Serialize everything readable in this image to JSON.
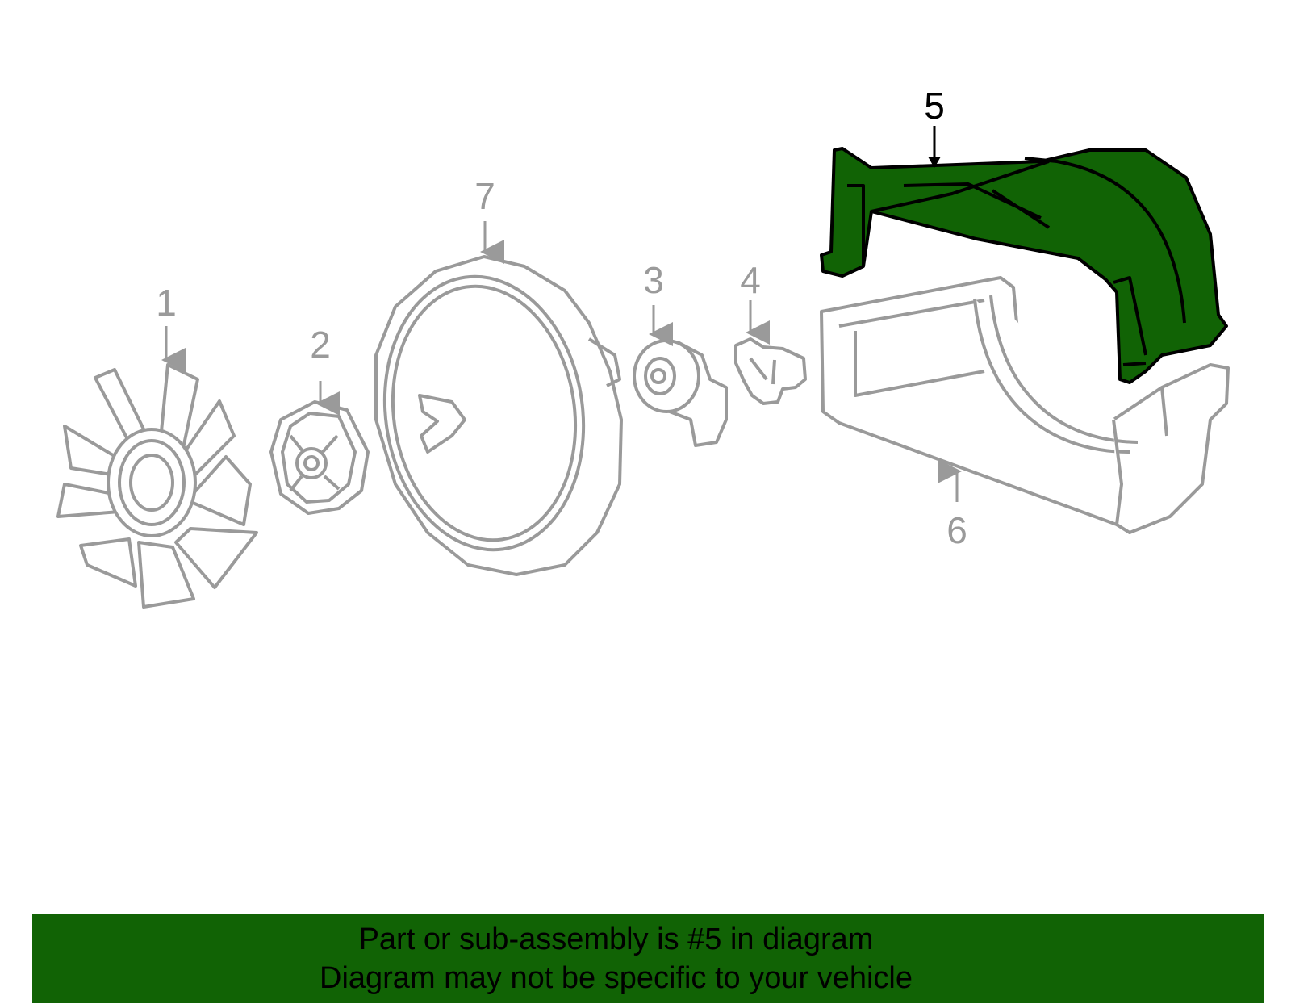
{
  "colors": {
    "highlight_fill": "#116305",
    "outline_inactive": "#9a9a9a",
    "outline_active": "#000000",
    "banner_bg": "#116305"
  },
  "callouts": {
    "c1": "1",
    "c2": "2",
    "c3": "3",
    "c4": "4",
    "c5": "5",
    "c6": "6",
    "c7": "7"
  },
  "highlighted_part": "5",
  "banner": {
    "line1": "Part or sub-assembly is #5 in diagram",
    "line2": "Diagram may not be specific to your vehicle"
  }
}
